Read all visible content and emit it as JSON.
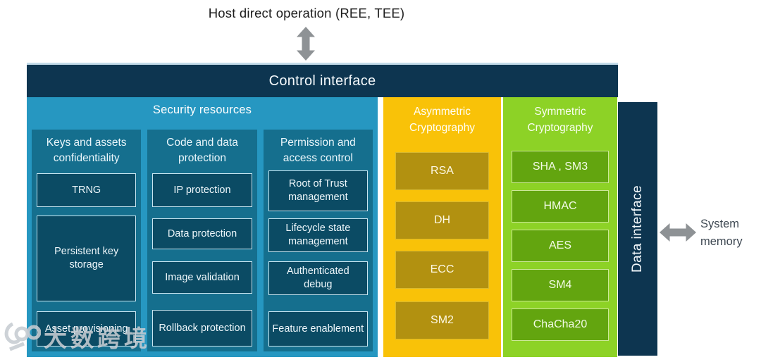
{
  "host": {
    "label": "Host direct operation (REE, TEE)"
  },
  "control": {
    "title": "Control interface"
  },
  "security": {
    "title": "Security resources",
    "columns": [
      {
        "title": "Keys and assets confidentiality",
        "items": [
          "TRNG",
          "Persistent key storage",
          "Asset provisioning"
        ]
      },
      {
        "title": "Code and data protection",
        "items": [
          "IP protection",
          "Data protection",
          "Image validation",
          "Rollback protection"
        ]
      },
      {
        "title": "Permission and access control",
        "items": [
          "Root of Trust management",
          "Lifecycle state management",
          "Authenticated debug",
          "Feature enablement"
        ]
      }
    ]
  },
  "asymmetric": {
    "title": "Asymmetric Cryptography",
    "items": [
      "RSA",
      "DH",
      "ECC",
      "SM2"
    ]
  },
  "symmetric": {
    "title": "Symmetric Cryptography",
    "items": [
      "SHA , SM3",
      "HMAC",
      "AES",
      "SM4",
      "ChaCha20"
    ]
  },
  "data_interface": {
    "title": "Data interface"
  },
  "system_memory": {
    "label": "System memory"
  },
  "watermark": {
    "text": "大数跨境"
  },
  "icons": {
    "vertical_arrow": "bidirectional-vertical-arrow",
    "horizontal_arrow": "bidirectional-horizontal-arrow",
    "watermark_logo": "watermark-logo"
  },
  "colors": {
    "navy": "#0d3550",
    "cyan": "#2697c1",
    "teal_panel": "#156f8e",
    "teal_box": "#0b4b64",
    "yellow": "#f9c208",
    "yellow_box": "#b29110",
    "green": "#8dd226",
    "green_box": "#63a50f",
    "arrow_gray": "#8e9295"
  }
}
